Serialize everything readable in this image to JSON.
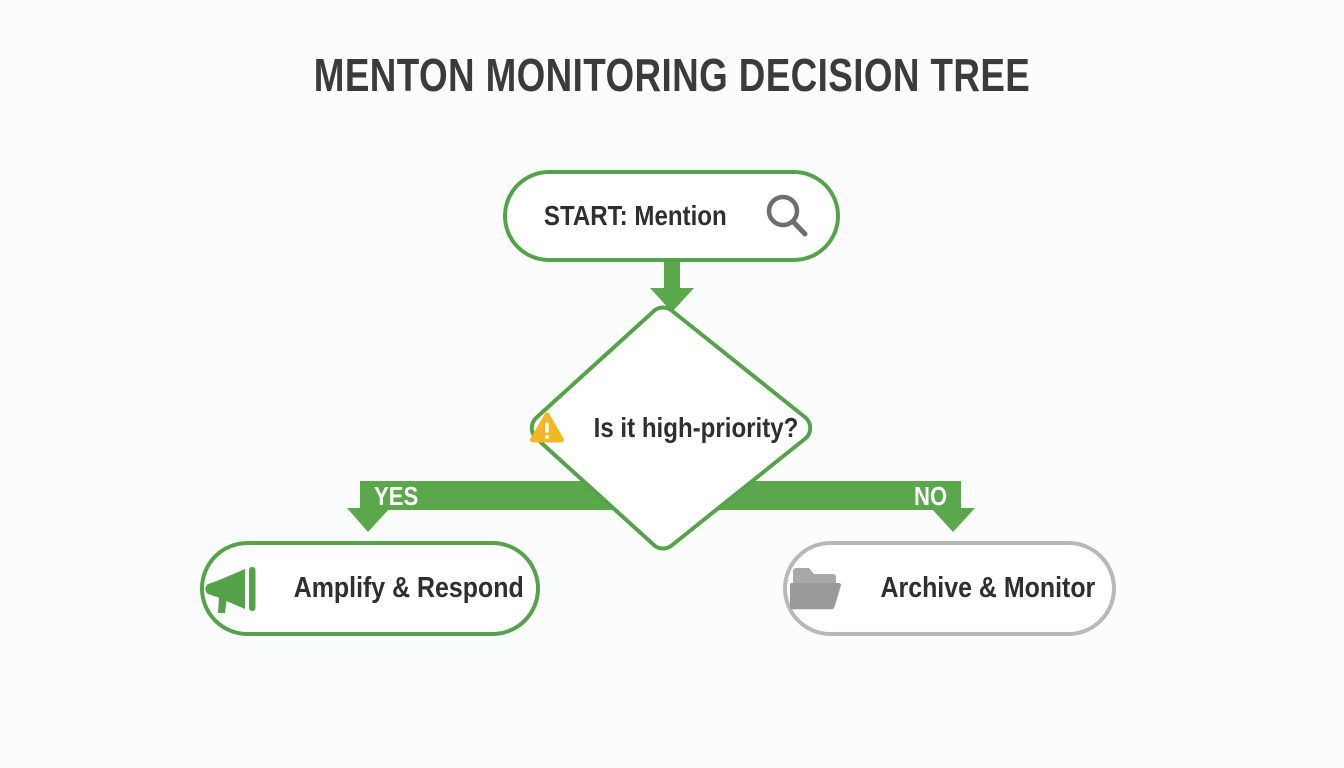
{
  "page": {
    "title": "MENTON MONITORING DECISION TREE",
    "background_color": "#fbfcfc"
  },
  "colors": {
    "green": "#55a349",
    "green_bar": "#5aa84b",
    "gray_border": "#b8b8b8",
    "gray_icon": "#9a9a9a",
    "magnifier_gray": "#6e6e6e",
    "warning_amber": "#f2b824",
    "text_dark": "#2f2f2f",
    "title_dark": "#3b3b3b",
    "white": "#ffffff"
  },
  "diagram": {
    "type": "decision-tree",
    "nodes": [
      {
        "id": "start",
        "label": "START: Mention",
        "shape": "pill",
        "icon": "search-icon",
        "border_color": "#55a349"
      },
      {
        "id": "decision",
        "label": "Is it high-priority?",
        "shape": "diamond",
        "icon": "warning-triangle-icon",
        "border_color": "#55a349"
      },
      {
        "id": "outcome-yes",
        "label": "Amplify & Respond",
        "shape": "pill",
        "icon": "megaphone-icon",
        "border_color": "#55a349"
      },
      {
        "id": "outcome-no",
        "label": "Archive & Monitor",
        "shape": "pill",
        "icon": "folder-icon",
        "border_color": "#b8b8b8"
      }
    ],
    "edges": [
      {
        "id": "start-to-decision",
        "from": "start",
        "to": "decision",
        "label": ""
      },
      {
        "id": "decision-to-yes",
        "from": "decision",
        "to": "outcome-yes",
        "label": "YES"
      },
      {
        "id": "decision-to-no",
        "from": "decision",
        "to": "outcome-no",
        "label": "NO"
      }
    ]
  }
}
